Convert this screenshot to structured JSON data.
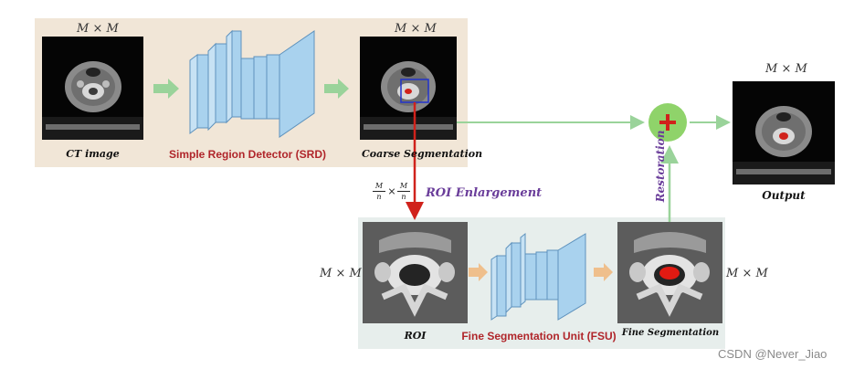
{
  "top": {
    "ct_input": {
      "dim_label": "M × M",
      "caption": "CT image"
    },
    "srd": {
      "caption": "Simple Region Detector (SRD)"
    },
    "coarse": {
      "dim_label": "M × M",
      "caption": "Coarse Segmentation"
    },
    "output": {
      "dim_label": "M × M",
      "caption": "Output"
    }
  },
  "roi_enlargement": {
    "label": "ROI Enlargement",
    "frac_num": "M",
    "frac_den": "n",
    "times": "×"
  },
  "restoration": {
    "label": "Restoration"
  },
  "bottom": {
    "roi": {
      "dim_label": "M × M",
      "caption": "ROI"
    },
    "fsu": {
      "caption": "Fine Segmentation Unit (FSU)"
    },
    "fine": {
      "dim_label": "M × M",
      "caption": "Fine Segmentation"
    }
  },
  "watermark": "CSDN @Never_Jiao",
  "colors": {
    "block_fill": "#a9d2ee",
    "block_stroke": "#5e92bd",
    "green_arrow": "#9ad39a",
    "orange_arrow": "#efbf8c",
    "red_arrow": "#d0221c",
    "plus_circle": "#8fd36a",
    "plus_sign": "#d0221c"
  },
  "icons": [
    "plus-icon"
  ]
}
